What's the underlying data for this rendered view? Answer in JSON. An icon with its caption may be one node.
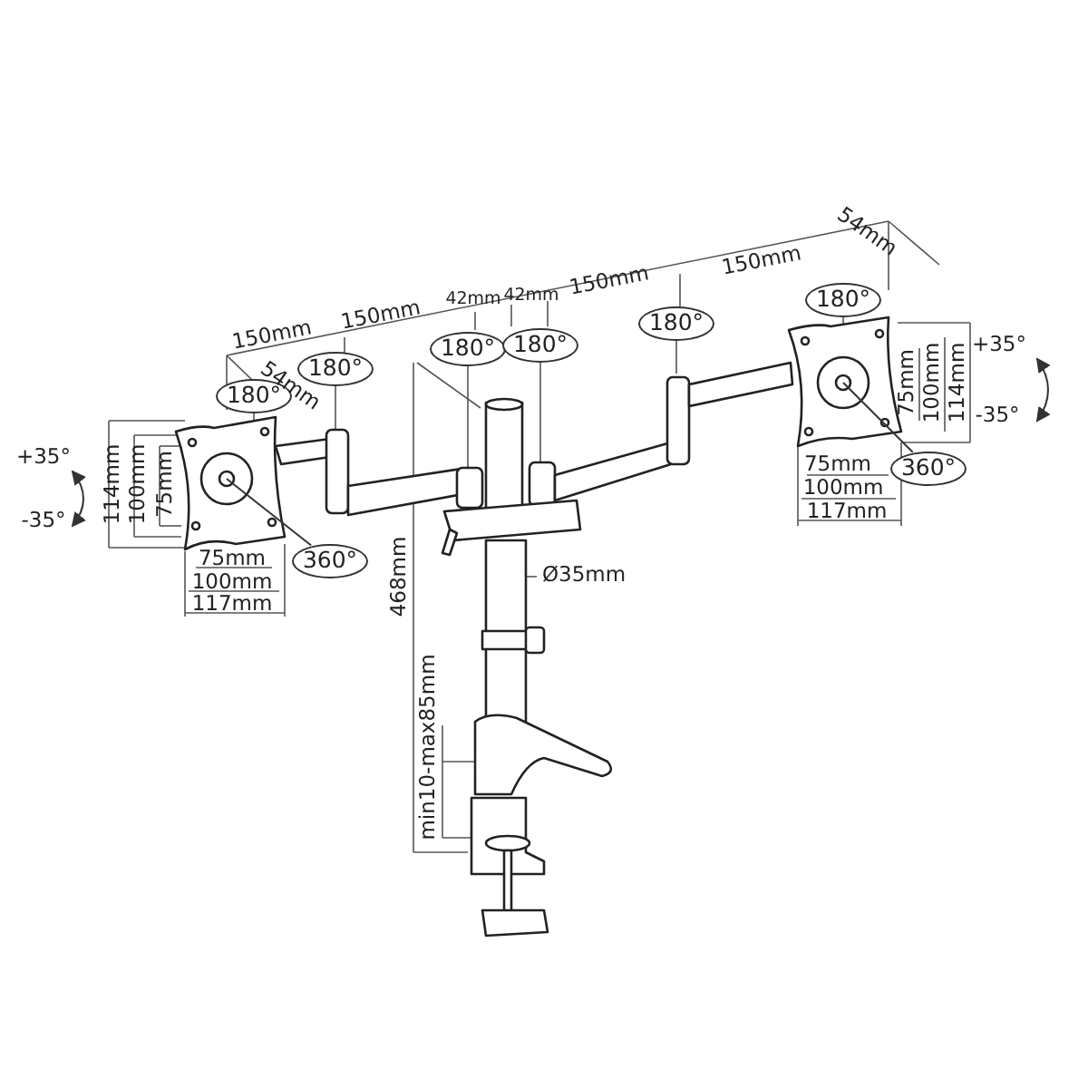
{
  "diagram": {
    "nodes": [
      {
        "text": [
          "180°"
        ]
      },
      {
        "text": [
          "180°"
        ]
      },
      {
        "text": [
          "180°"
        ]
      },
      {
        "text": [
          "180°"
        ]
      },
      {
        "text": [
          "180°"
        ]
      },
      {
        "text": [
          "180°"
        ]
      },
      {
        "text": [
          "360°"
        ]
      },
      {
        "text": [
          "360°"
        ]
      }
    ],
    "edges": [
      {
        "from": 6,
        "to": null,
        "arrow": "none"
      },
      {
        "from": 7,
        "to": null,
        "arrow": "none"
      }
    ],
    "labels": [
      "54mm",
      "150mm",
      "150mm",
      "42mm",
      "42mm",
      "150mm",
      "150mm",
      "54mm",
      "+35°",
      "-35°",
      "75mm",
      "100mm",
      "114mm",
      "+35°",
      "-35°",
      "114mm",
      "100mm",
      "75mm",
      "75mm",
      "100mm",
      "117mm",
      "75mm",
      "100mm",
      "117mm",
      "Ø35mm",
      "468mm",
      "min10-max85mm"
    ]
  }
}
